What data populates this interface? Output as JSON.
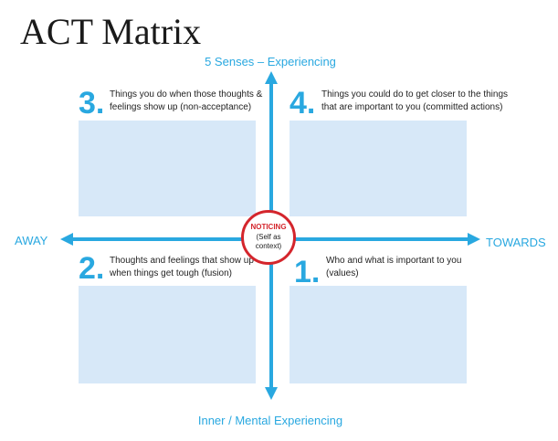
{
  "title": "ACT Matrix",
  "axes": {
    "top": "5 Senses – Experiencing",
    "bottom": "Inner / Mental Experiencing",
    "left": "AWAY",
    "right": "TOWARDS"
  },
  "center": {
    "label": "NOTICING",
    "sublabel": "(Self as context)"
  },
  "quadrants": {
    "q3": {
      "number": "3.",
      "text": "Things you do when those thoughts & feelings show up (non-acceptance)"
    },
    "q4": {
      "number": "4.",
      "text": "Things you could do to get closer to the things that are important to you (committed actions)"
    },
    "q2": {
      "number": "2.",
      "text": "Thoughts and feelings that show up when things get tough (fusion)"
    },
    "q1": {
      "number": "1.",
      "text": "Who and what is important to you (values)"
    }
  },
  "colors": {
    "accent": "#29a8e0",
    "box": "#d7e8f8",
    "circle": "#d4252c",
    "text": "#222222"
  }
}
